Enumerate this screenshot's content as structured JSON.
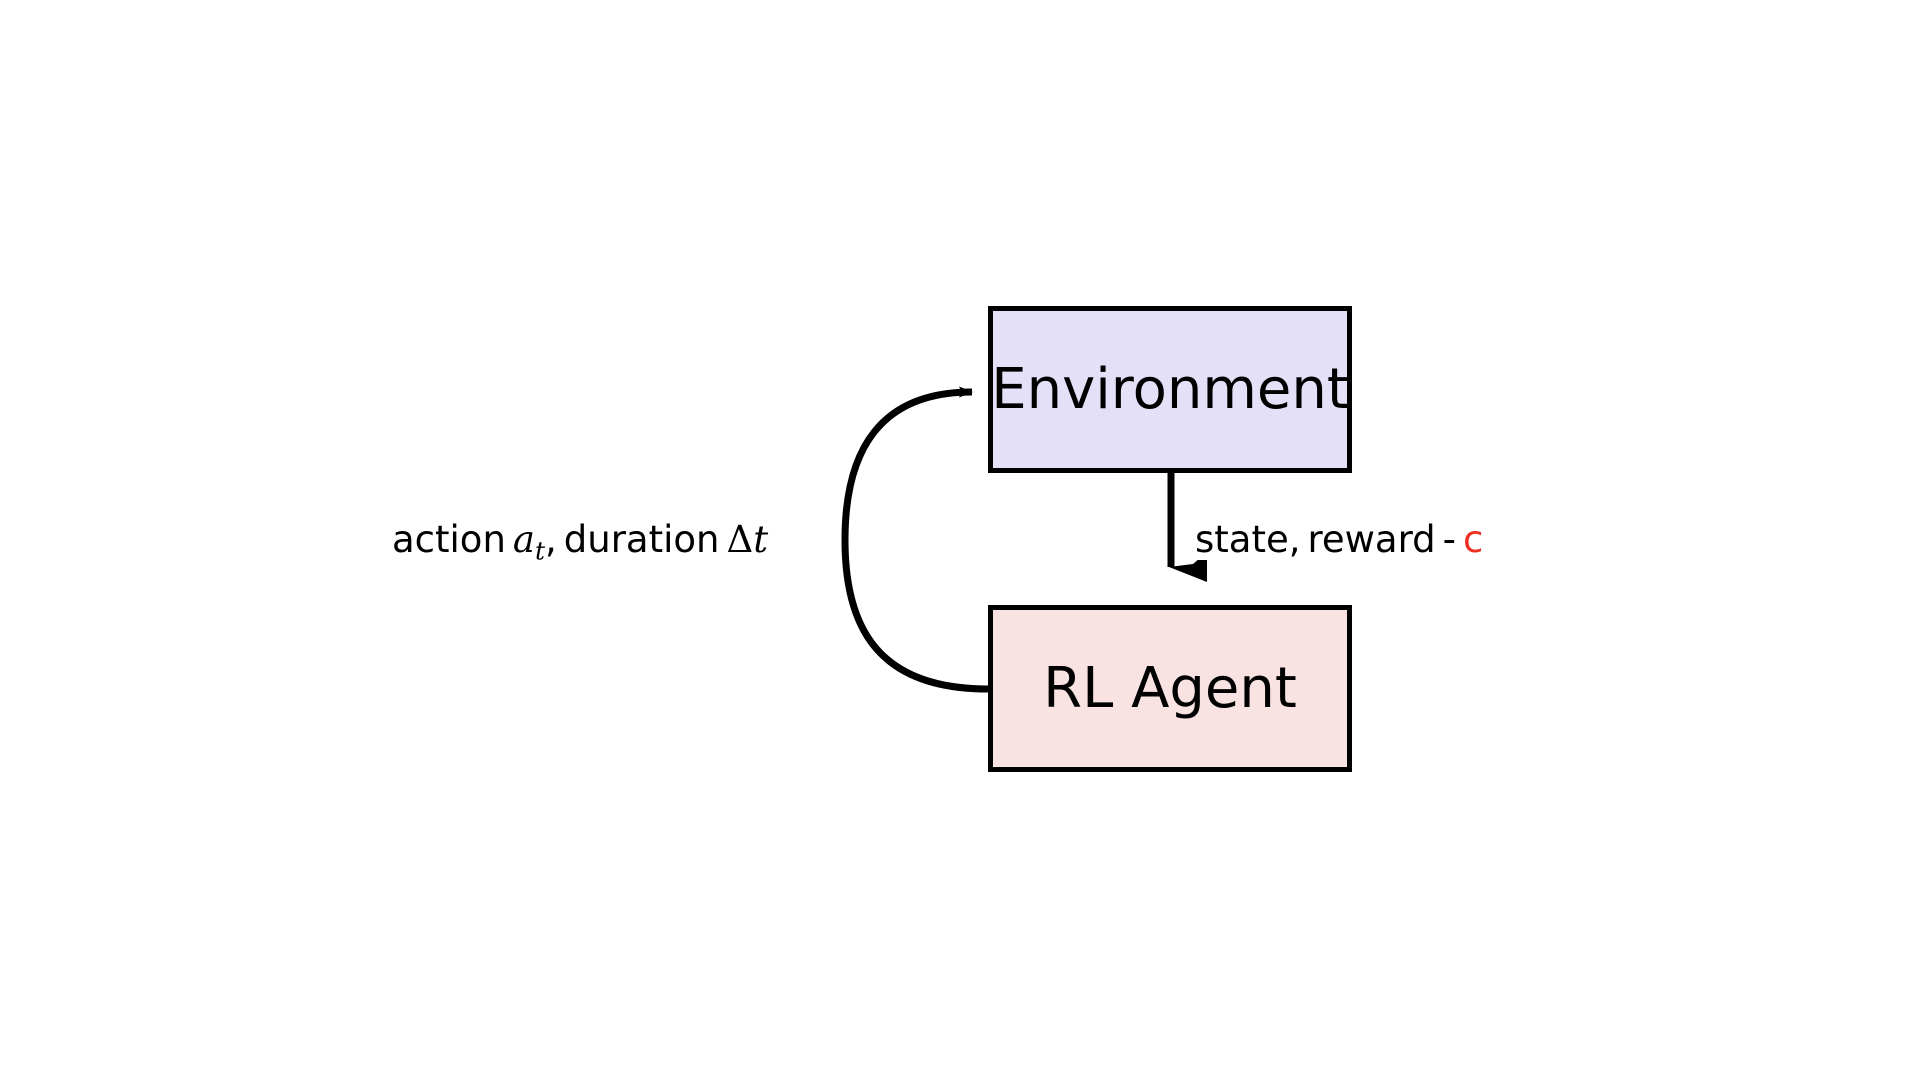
{
  "diagram": {
    "title": "Reinforcement learning agent-environment interaction loop",
    "background_color": "#ffffff",
    "nodes": [
      {
        "id": "environment",
        "label": "Environment",
        "fill_color": "#E3E0F7",
        "border_color": "#000000"
      },
      {
        "id": "rl_agent",
        "label": "RL Agent",
        "fill_color": "#F9E3E2",
        "border_color": "#000000"
      }
    ],
    "edges": [
      {
        "id": "agent-to-environment",
        "from": "rl_agent",
        "to": "environment",
        "style": "curved",
        "label_parts": {
          "word_action": "action",
          "symbol_action_base": "a",
          "symbol_action_sub": "t",
          "comma": ",",
          "word_duration": "duration",
          "symbol_delta": "Δ",
          "symbol_time": "t"
        },
        "label_plain": "action a_t, duration Δt"
      },
      {
        "id": "environment-to-agent",
        "from": "environment",
        "to": "rl_agent",
        "style": "straight-down",
        "label_parts": {
          "word_state": "state,",
          "word_reward": "reward",
          "minus": "-",
          "cost_symbol": "c"
        },
        "label_plain": "state, reward - c",
        "cost_color": "#EC3123"
      }
    ]
  }
}
